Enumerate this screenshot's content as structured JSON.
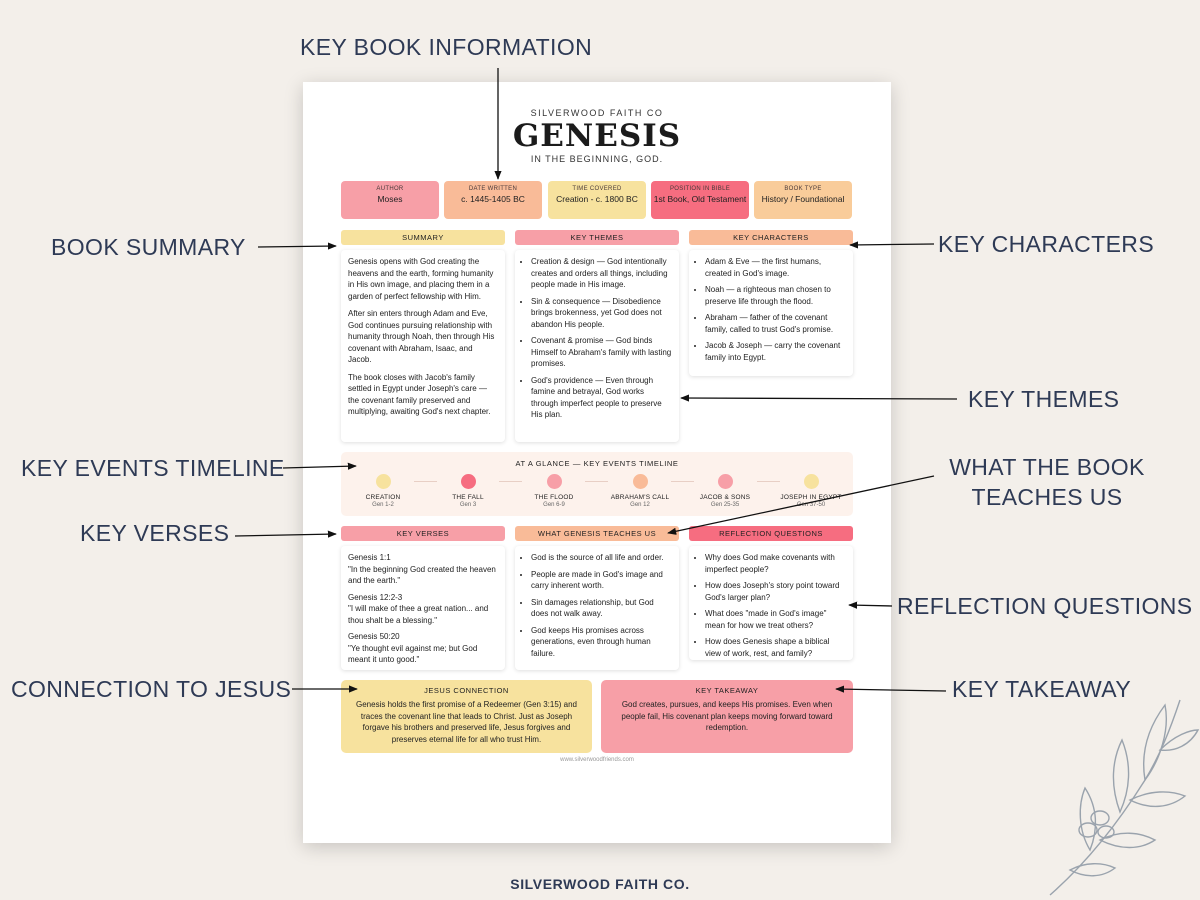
{
  "callouts": {
    "key_book_information": "KEY BOOK INFORMATION",
    "book_summary": "BOOK SUMMARY",
    "key_characters": "KEY CHARACTERS",
    "key_themes": "KEY THEMES",
    "key_events_timeline": "KEY EVENTS TIMELINE",
    "what_the_book_teaches_us": "WHAT THE BOOK TEACHES US",
    "key_verses": "KEY VERSES",
    "reflection_questions": "REFLECTION QUESTIONS",
    "connection_to_jesus": "CONNECTION TO JESUS",
    "key_takeaway": "KEY TAKEAWAY"
  },
  "footer_brand": "SILVERWOOD FAITH CO.",
  "sheet": {
    "brand": "SILVERWOOD FAITH CO",
    "title": "GENESIS",
    "subtitle": "IN THE BEGINNING, GOD.",
    "info": [
      {
        "label": "AUTHOR",
        "value": "Moses",
        "color": "#f79fa7"
      },
      {
        "label": "DATE WRITTEN",
        "value": "c. 1445-1405 BC",
        "color": "#f9bb98"
      },
      {
        "label": "TIME COVERED",
        "value": "Creation - c. 1800 BC",
        "color": "#f7e29e"
      },
      {
        "label": "POSITION IN BIBLE",
        "value": "1st Book, Old Testament",
        "color": "#f66d80"
      },
      {
        "label": "BOOK TYPE",
        "value": "History / Foundational",
        "color": "#f9cc9a"
      }
    ],
    "summary": {
      "header": "SUMMARY",
      "color": "#f7e29e",
      "paragraphs": [
        "Genesis opens with God creating the heavens and the earth, forming humanity in His own image, and placing them in a garden of perfect fellowship with Him.",
        "After sin enters through Adam and Eve, God continues pursuing relationship with humanity through Noah, then through His covenant with Abraham, Isaac, and Jacob.",
        "The book closes with Jacob's family settled in Egypt under Joseph's care — the covenant family preserved and multiplying, awaiting God's next chapter."
      ]
    },
    "themes": {
      "header": "KEY THEMES",
      "color": "#f79fa7",
      "items": [
        "Creation & design — God intentionally creates and orders all things, including people made in His image.",
        "Sin & consequence — Disobedience brings brokenness, yet God does not abandon His people.",
        "Covenant & promise — God binds Himself to Abraham's family with lasting promises.",
        "God's providence — Even through famine and betrayal, God works through imperfect people to preserve His plan."
      ]
    },
    "characters": {
      "header": "KEY CHARACTERS",
      "color": "#f9bb98",
      "items": [
        "Adam & Eve — the first humans, created in God's image.",
        "Noah — a righteous man chosen to preserve life through the flood.",
        "Abraham — father of the covenant family, called to trust God's promise.",
        "Jacob & Joseph — carry the covenant family into Egypt."
      ]
    },
    "timeline": {
      "title": "AT A GLANCE — KEY EVENTS TIMELINE",
      "events": [
        {
          "name": "CREATION",
          "ref": "Gen 1-2",
          "color": "#f7e29e"
        },
        {
          "name": "THE FALL",
          "ref": "Gen 3",
          "color": "#f66d80"
        },
        {
          "name": "THE FLOOD",
          "ref": "Gen 6-9",
          "color": "#f79fa7"
        },
        {
          "name": "ABRAHAM'S CALL",
          "ref": "Gen 12",
          "color": "#f9bb98"
        },
        {
          "name": "JACOB & SONS",
          "ref": "Gen 25-35",
          "color": "#f79fa7"
        },
        {
          "name": "JOSEPH IN EGYPT",
          "ref": "Gen 37-50",
          "color": "#f7e29e"
        }
      ]
    },
    "verses": {
      "header": "KEY VERSES",
      "color": "#f79fa7",
      "items": [
        {
          "ref": "Genesis 1:1",
          "text": "\"In the beginning God created the heaven and the earth.\""
        },
        {
          "ref": "Genesis 12:2-3",
          "text": "\"I will make of thee a great nation... and thou shalt be a blessing.\""
        },
        {
          "ref": "Genesis 50:20",
          "text": "\"Ye thought evil against me; but God meant it unto good.\""
        }
      ]
    },
    "teaches": {
      "header": "WHAT GENESIS TEACHES US",
      "color": "#f9bb98",
      "items": [
        "God is the source of all life and order.",
        "People are made in God's image and carry inherent worth.",
        "Sin damages relationship, but God does not walk away.",
        "God keeps His promises across generations, even through human failure."
      ]
    },
    "reflection": {
      "header": "REFLECTION QUESTIONS",
      "color": "#f66d80",
      "items": [
        "Why does God make covenants with imperfect people?",
        "How does Joseph's story point toward God's larger plan?",
        "What does \"made in God's image\" mean for how we treat others?",
        "How does Genesis shape a biblical view of work, rest, and family?"
      ]
    },
    "jesus": {
      "header": "JESUS CONNECTION",
      "color": "#f7e29e",
      "text": "Genesis holds the first promise of a Redeemer (Gen 3:15) and traces the covenant line that leads to Christ. Just as Joseph forgave his brothers and preserved life, Jesus forgives and preserves eternal life for all who trust Him."
    },
    "takeaway": {
      "header": "KEY TAKEAWAY",
      "color": "#f79fa7",
      "text": "God creates, pursues, and keeps His promises. Even when people fail, His covenant plan keeps moving forward toward redemption."
    },
    "url": "www.silverwoodfriends.com"
  }
}
